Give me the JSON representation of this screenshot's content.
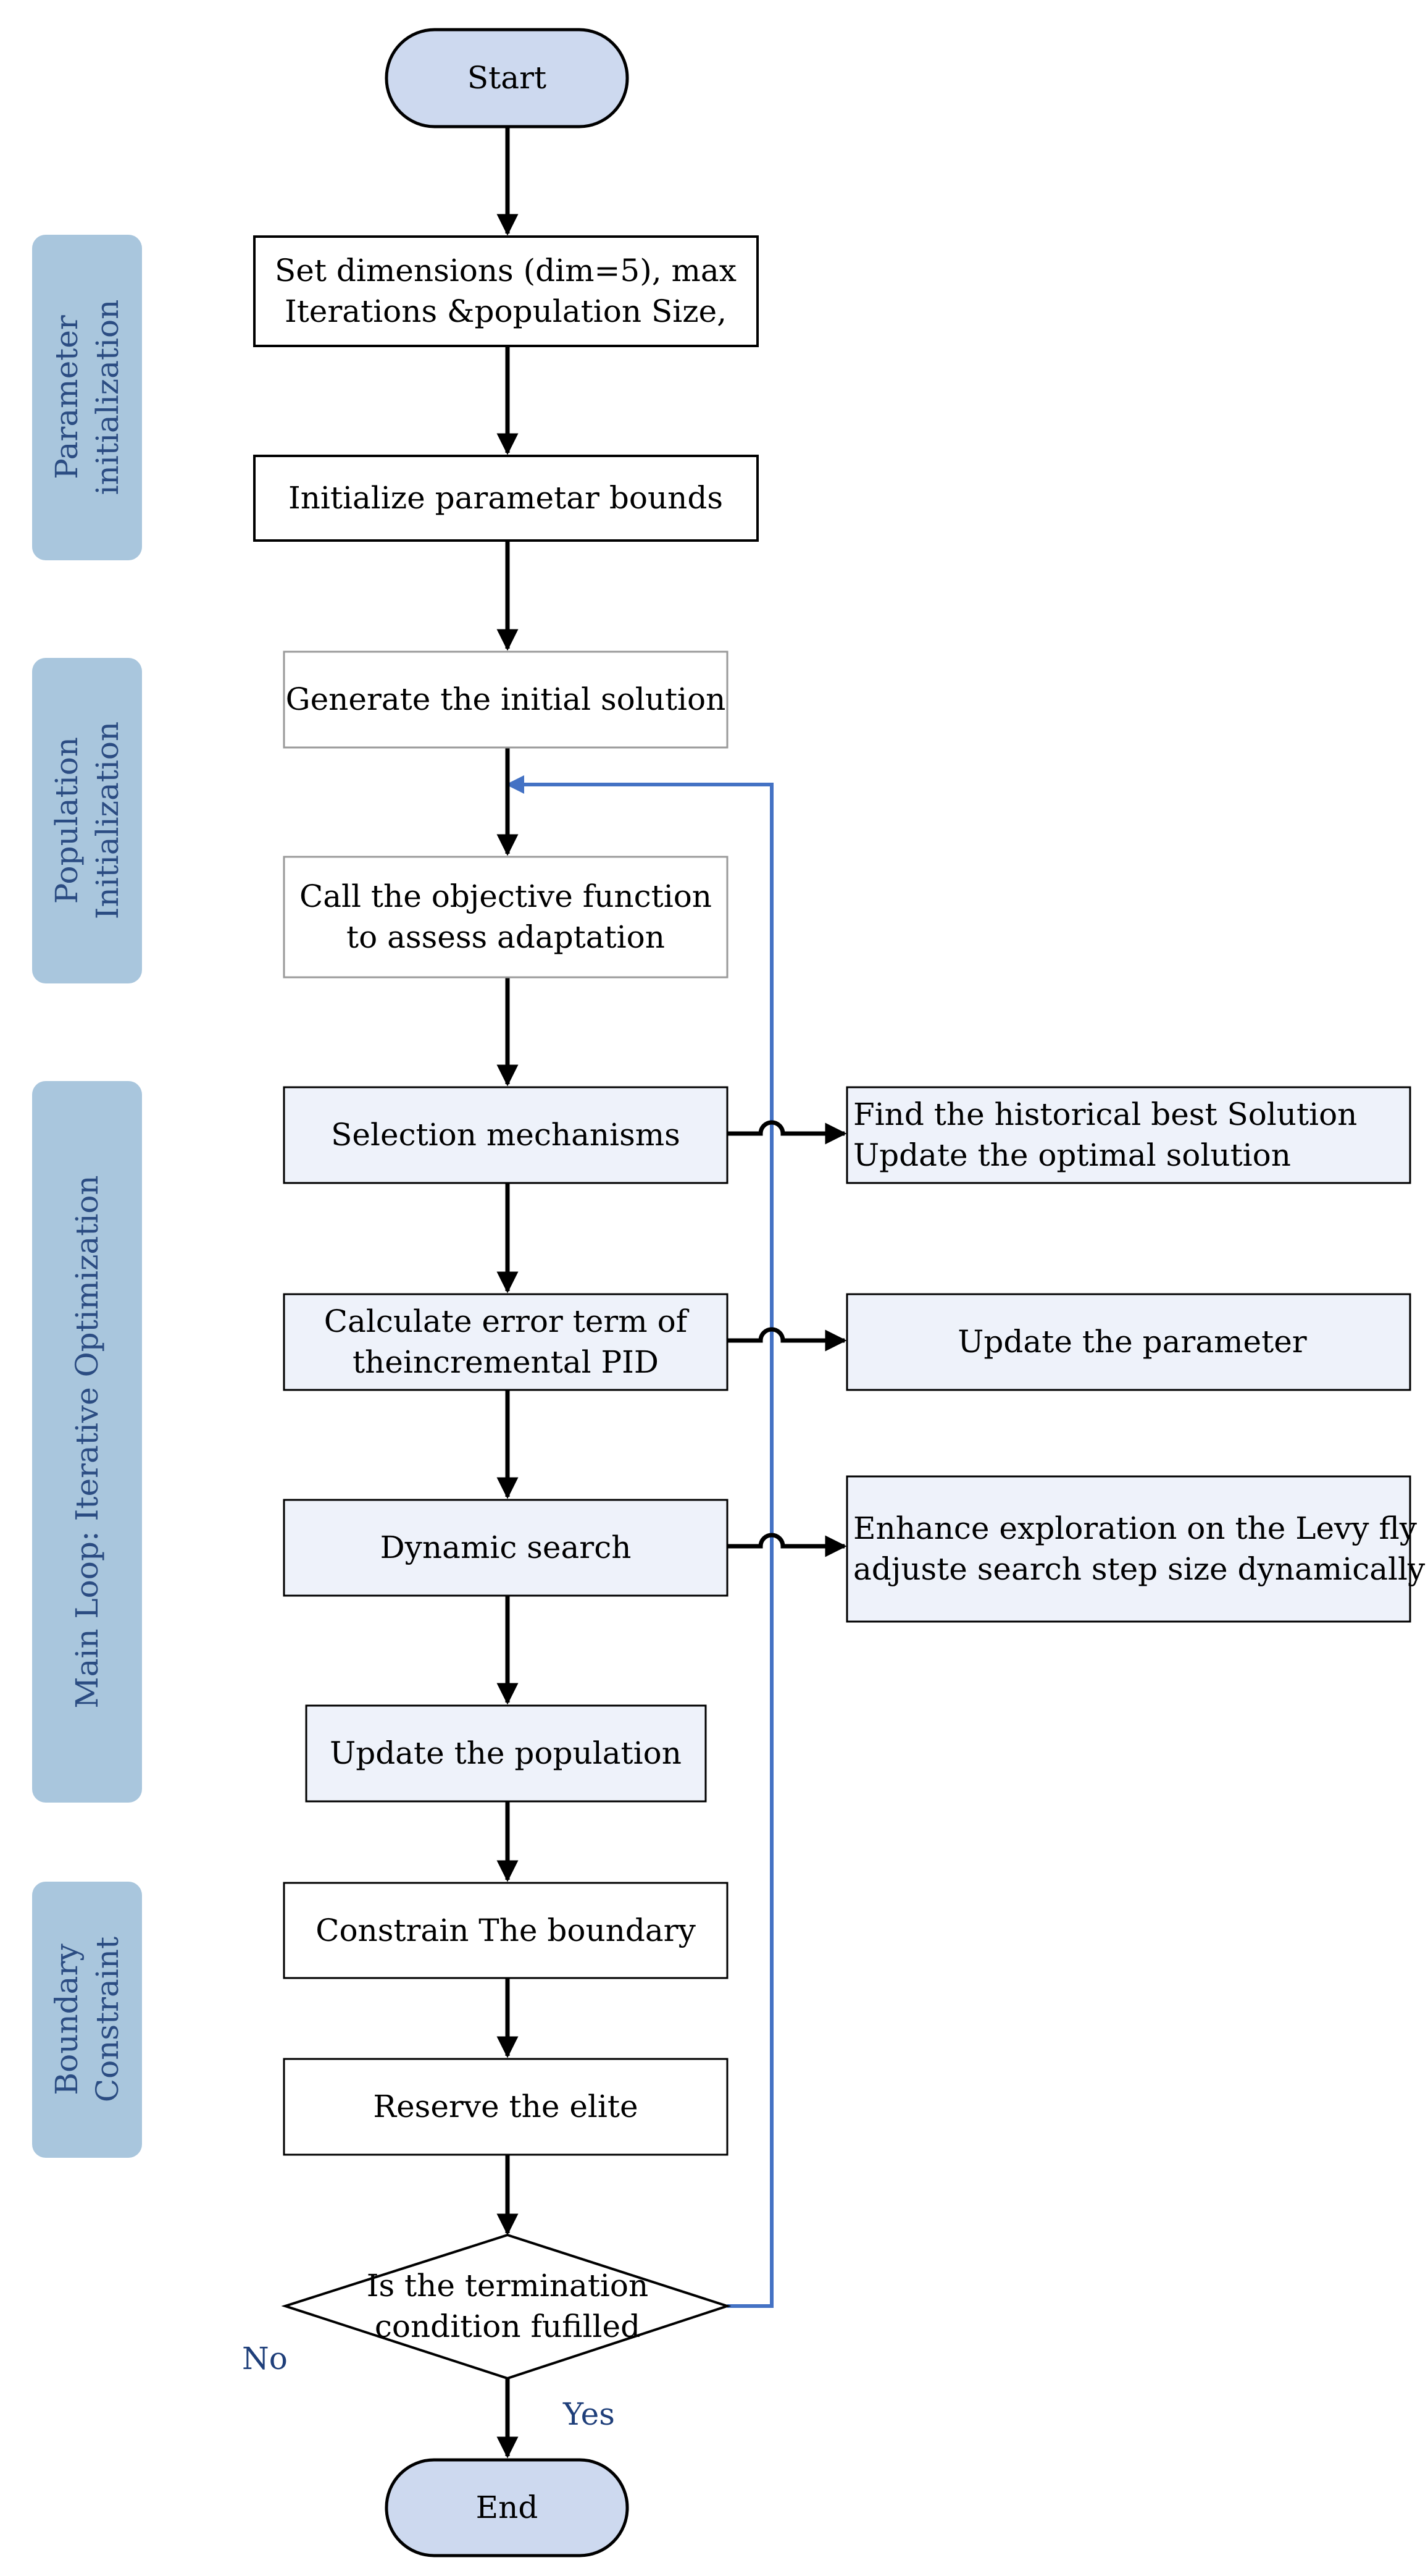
{
  "colors": {
    "terminal_fill": "#cdd9ef",
    "process_fill_light": "#eef2fa",
    "phase_fill": "#a9c6dd",
    "phase_text": "#2b4c82",
    "arrow": "#000000",
    "loop_line": "#4472c4",
    "label_text": "#1f3f7a"
  },
  "phases": {
    "parameter": [
      "Parameter",
      "initialization"
    ],
    "population": [
      "Population",
      "Initialization"
    ],
    "main_loop": [
      "Main Loop: Iterative Optimization"
    ],
    "boundary": [
      "Boundary",
      "Constraint"
    ]
  },
  "nodes": {
    "start": [
      "Start"
    ],
    "set_dimensions": [
      "Set dimensions (dim=5),  max",
      "Iterations  &population Size,"
    ],
    "init_bounds": [
      "Initialize parametar bounds"
    ],
    "gen_initial": [
      "Generate the initial solution"
    ],
    "call_objective": [
      "Call the objective function",
      "to assess adaptation"
    ],
    "selection": [
      "Selection mechanisms"
    ],
    "calc_error": [
      "Calculate error term of",
      "theincremental PID"
    ],
    "dynamic_search": [
      "Dynamic search"
    ],
    "update_population": [
      "Update the population"
    ],
    "constrain_boundary": [
      "Constrain The boundary"
    ],
    "reserve_elite": [
      "Reserve the elite"
    ],
    "decision": [
      "Is the termination",
      "condition fufilled"
    ],
    "end": [
      "End"
    ],
    "historical_best": [
      "Find the historical best Solution",
      "Update the optimal solution"
    ],
    "update_parameter": [
      "Update the parameter"
    ],
    "enhance_exploration": [
      "Enhance exploration on the Levy fly",
      "adjuste search step size dynamically"
    ]
  },
  "labels": {
    "no": "No",
    "yes": "Yes"
  }
}
